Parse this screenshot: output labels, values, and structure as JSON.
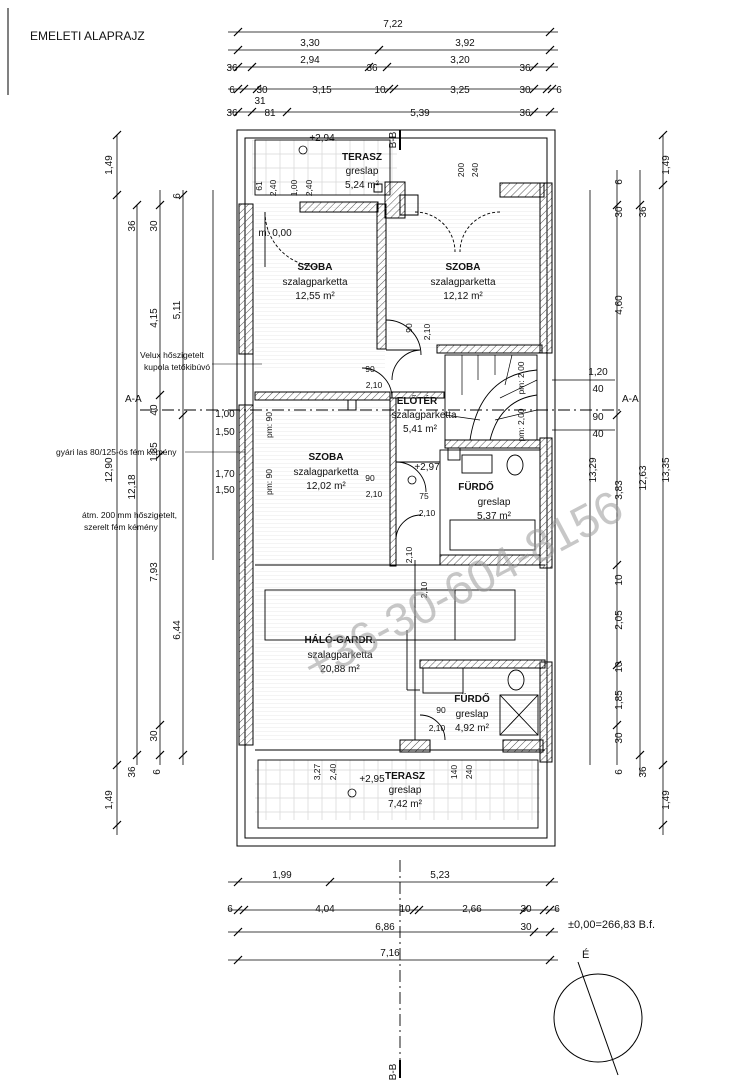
{
  "title": "EMELETI ALAPRAJZ",
  "elevation_note": "±0,00=266,83 B.f.",
  "north_label": "É",
  "watermark": "+36-30-604-8156",
  "sections": {
    "aa": "A-A",
    "bb": "B-B"
  },
  "rooms": {
    "terasz_top": {
      "name": "TERASZ",
      "floor": "greslap",
      "area": "5,24 m²"
    },
    "szoba1": {
      "name": "SZOBA",
      "floor": "szalagparketta",
      "area": "12,55 m²"
    },
    "szoba2": {
      "name": "SZOBA",
      "floor": "szalagparketta",
      "area": "12,12 m²"
    },
    "eloter": {
      "name": "ELŐTÉR",
      "floor": "szalagparketta",
      "area": "5,41 m²"
    },
    "szoba3": {
      "name": "SZOBA",
      "floor": "szalagparketta",
      "area": "12,02 m²"
    },
    "furdo1": {
      "name": "FÜRDŐ",
      "floor": "greslap",
      "area": "5,37 m²"
    },
    "halo": {
      "name": "HÁLÓ-GARDR.",
      "floor": "szalagparketta",
      "area": "20,88 m²"
    },
    "furdo2": {
      "name": "FÜRDŐ",
      "floor": "greslap",
      "area": "4,92 m²"
    },
    "terasz_bottom": {
      "name": "TERASZ",
      "floor": "greslap",
      "area": "7,42 m²"
    }
  },
  "levels": {
    "top": "+2,94",
    "left_small": "m: 0,00",
    "eloter": "+2,97",
    "bottom": "+2,95"
  },
  "notes": {
    "velux1": "Velux hőszigetelt",
    "velux2": "kupola tetőkibúvó",
    "kemeny1": "gyári las 80/125-ös fém kémény",
    "atm1": "átm. 200 mm hőszigetelt,",
    "atm2": "szerelt fém kémény"
  },
  "dims_top": {
    "r1": "7,22",
    "r2": [
      "3,30",
      "3,92"
    ],
    "r3": [
      "36",
      "2,94",
      "36",
      "3,20",
      "36"
    ],
    "r4": [
      "6",
      "30",
      "3,15",
      "10",
      "3,25",
      "30",
      "6"
    ],
    "r4b": "31",
    "r5": [
      "36",
      "81",
      "5,39",
      "36"
    ]
  },
  "dims_bottom": {
    "r1": [
      "1,99",
      "5,23"
    ],
    "r2": [
      "6",
      "4,04",
      "10",
      "2,66",
      "30",
      "6"
    ],
    "r3": [
      "6,86",
      "30"
    ],
    "r4": "7,16"
  },
  "dims_left": {
    "outer": [
      "1,49",
      "12,90",
      "1,49"
    ],
    "c2": [
      "36",
      "12,18",
      "36"
    ],
    "c3": [
      "30",
      "4,15",
      "1,35",
      "7,93",
      "30"
    ],
    "c4": [
      "6",
      "5,11",
      "6,44",
      "6"
    ],
    "c5": [
      "40"
    ]
  },
  "dims_right": {
    "outer": [
      "1,49",
      "13,35",
      "1,49"
    ],
    "c2": [
      "36",
      "12,63",
      "36"
    ],
    "c3": [
      "30",
      "4,60",
      "3,83",
      "10",
      "2,05",
      "10",
      "1,85",
      "30"
    ],
    "c4": [
      "6",
      "13,29",
      "6"
    ],
    "stair": [
      "1,20",
      "40",
      "90",
      "40"
    ]
  },
  "inner_labels": {
    "win_top": [
      "61",
      "2,40",
      "1,00",
      "2,40"
    ],
    "door_top": [
      "200",
      "240"
    ],
    "d1": [
      "90",
      "2,10"
    ],
    "d2": [
      "90",
      "2,10"
    ],
    "d3": [
      "1,00",
      "1,50"
    ],
    "d4": [
      "1,70",
      "1,50"
    ],
    "d5": [
      "90",
      "2,10"
    ],
    "d6": [
      "75",
      "2,10"
    ],
    "pm1": "pm: 90",
    "pm2": "pm: 90",
    "pm3": "pm: 2,00",
    "pm4": "pm: 2,00",
    "stair_v": [
      "2,10",
      "2,10"
    ],
    "gard": [
      "90",
      "2,10"
    ],
    "ter_b": [
      "3,27",
      "2,40"
    ],
    "ter_b2": [
      "140",
      "240"
    ]
  }
}
